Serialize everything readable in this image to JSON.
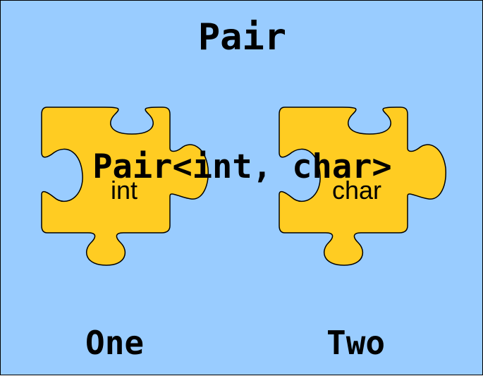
{
  "title": "Pair",
  "pieces": [
    {
      "type_label": "int",
      "member_label": "One"
    },
    {
      "type_label": "char",
      "member_label": "Two"
    }
  ],
  "overlay_text": "Pair<int, char>",
  "colors": {
    "background": "#99ccff",
    "piece_fill": "#ffcc33",
    "outline": "#000000"
  }
}
